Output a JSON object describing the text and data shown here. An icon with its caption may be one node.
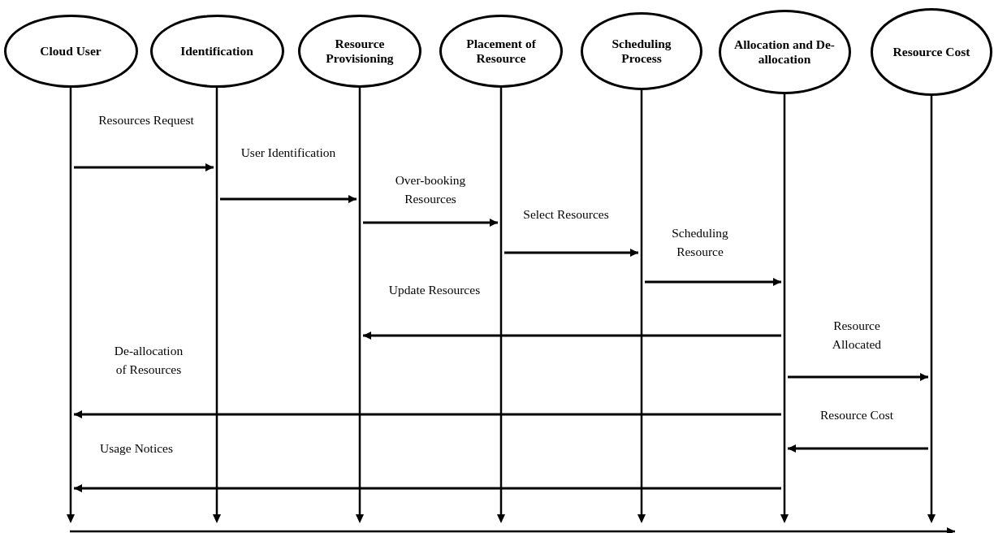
{
  "diagram": {
    "nodes": [
      {
        "text": [
          "Cloud User"
        ]
      },
      {
        "text": [
          "Identification"
        ]
      },
      {
        "text": [
          "Resource Provisioning"
        ]
      },
      {
        "text": [
          "Placement of Resource"
        ]
      },
      {
        "text": [
          "Scheduling Process"
        ]
      },
      {
        "text": [
          "Allocation and De-allocation"
        ]
      },
      {
        "text": [
          "Resource Cost"
        ]
      },
      {
        "text": [],
        "shape": "bar"
      },
      {
        "text": [],
        "shape": "bar"
      },
      {
        "text": [],
        "shape": "bar"
      },
      {
        "text": [],
        "shape": "bar"
      },
      {
        "text": [],
        "shape": "bar"
      },
      {
        "text": [],
        "shape": "bar"
      },
      {
        "text": [],
        "shape": "bar"
      }
    ],
    "edges": [
      {
        "from": 7,
        "to": 8,
        "arrow": "to",
        "label": "Resources Request"
      },
      {
        "from": 8,
        "to": 9,
        "arrow": "to",
        "label": "User Identification"
      },
      {
        "from": 9,
        "to": 10,
        "arrow": "to",
        "label": "Over-booking Resources"
      },
      {
        "from": 10,
        "to": 11,
        "arrow": "to",
        "label": "Select Resources"
      },
      {
        "from": 11,
        "to": 12,
        "arrow": "to",
        "label": "Scheduling Resource"
      },
      {
        "from": 12,
        "to": 9,
        "arrow": "to",
        "label": "Update Resources"
      },
      {
        "from": 12,
        "to": 13,
        "arrow": "to",
        "label": "Resource Allocated"
      },
      {
        "from": 12,
        "to": 7,
        "arrow": "to",
        "label": "De-allocation of Resources"
      },
      {
        "from": 13,
        "to": 12,
        "arrow": "to",
        "label": "Resource Cost"
      },
      {
        "from": 12,
        "to": 7,
        "arrow": "to",
        "label": "Usage Notices"
      }
    ]
  }
}
